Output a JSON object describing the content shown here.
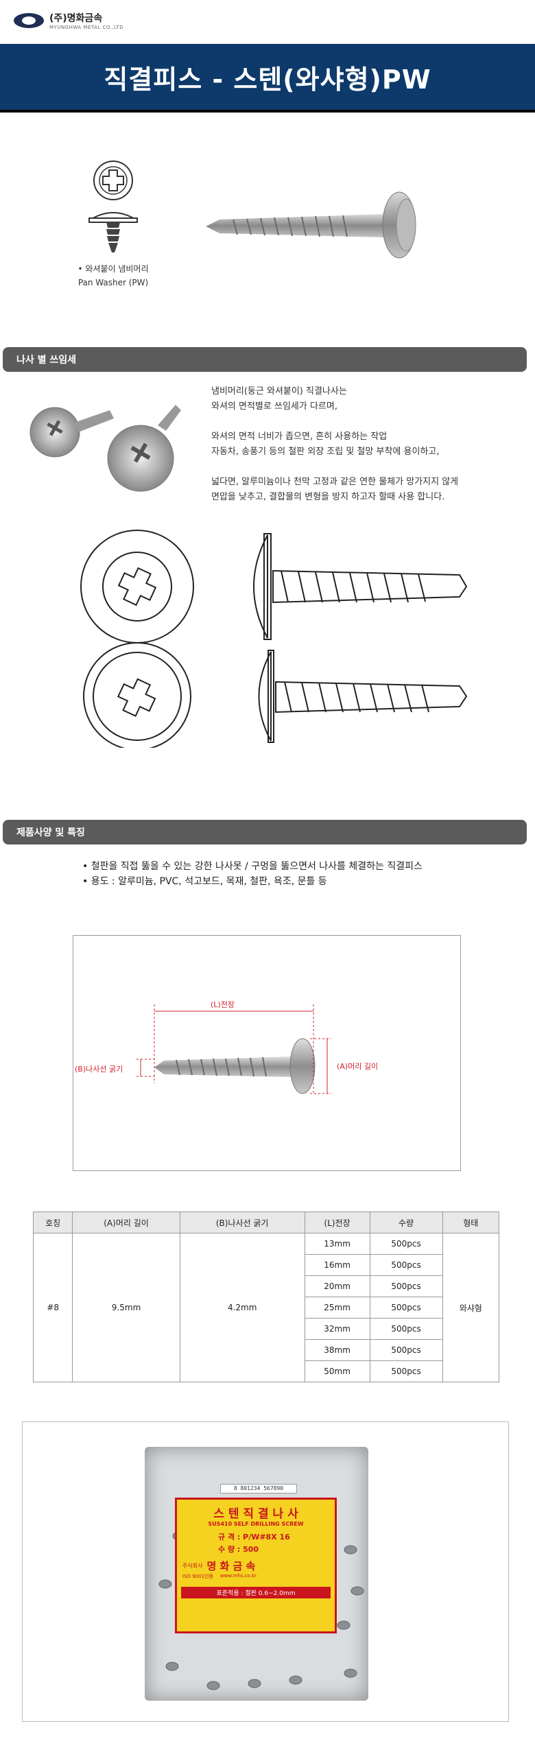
{
  "header": {
    "logo_text": "(주)명화금속",
    "logo_sub": "MYUNGHWA METAL CO.,LTD",
    "title": "직결피스 - 스텐(와샤형)PW"
  },
  "intro": {
    "caption_ko": "• 와셔붙이 냄비머리",
    "caption_en": "Pan Washer (PW)"
  },
  "usage": {
    "section_title": "나사 별 쓰임세",
    "lines": [
      "냄비머리(둥근 와셔붙이) 직결나사는",
      "와셔의 면적별로 쓰임세가 다르며,",
      "",
      "와셔의 면적 너비가 좁으면, 흔히 사용하는 작업",
      "자동차, 송풍기 등의 철판 외장 조립 및 철망 부착에 용이하고,",
      "",
      "넓다면, 알루미늄이나 천막 고정과 같은 연한 물체가 망가지지 않게",
      "면압을 낮추고, 결합물의 변형을 방지 하고자 할때 사용 합니다."
    ]
  },
  "features": {
    "section_title": "제품사양 및 특징",
    "bullets": [
      "• 철판을 직접 뚫을 수 있는 강한 나사못 / 구멍을 뚫으면서 나사를 체결하는 직결피스",
      "• 용도 : 알루미늄, PVC, 석고보드, 목재, 철판, 욕조, 문틀 등"
    ],
    "dim_length": "(L)전장",
    "dim_thread": "(B)나사선 굵기",
    "dim_head": "(A)머리 길이"
  },
  "table": {
    "headers": [
      "호칭",
      "(A)머리 길이",
      "(B)나사선 굵기",
      "(L)전장",
      "수량",
      "형태"
    ],
    "name": "#8",
    "head_length": "9.5mm",
    "thread": "4.2mm",
    "lengths": [
      "13mm",
      "16mm",
      "20mm",
      "25mm",
      "32mm",
      "38mm",
      "50mm"
    ],
    "quantities": [
      "500pcs",
      "500pcs",
      "500pcs",
      "500pcs",
      "500pcs",
      "500pcs",
      "500pcs"
    ],
    "shape": "와샤형"
  },
  "package": {
    "label_title": "스 텐 직 결 나 사",
    "label_sub": "SUS410 SELF DRILLING SCREW",
    "spec_line": "규 격 : P/W#8X 16",
    "qty_line": "수 량 : 500",
    "company": "명 화 금 속",
    "company_prefix": "주식회사",
    "url": "www.mhs.co.kr",
    "iso": "ISO 9001인증",
    "usage_line": "표준적용 : 철판 0.6~2.0mm",
    "barcode": "8 801234 567890"
  },
  "colors": {
    "title_bar": "#0d3a6b",
    "section_bar": "#5b5b5b",
    "dimension": "#d0202a",
    "label_yellow": "#f4d21f"
  }
}
